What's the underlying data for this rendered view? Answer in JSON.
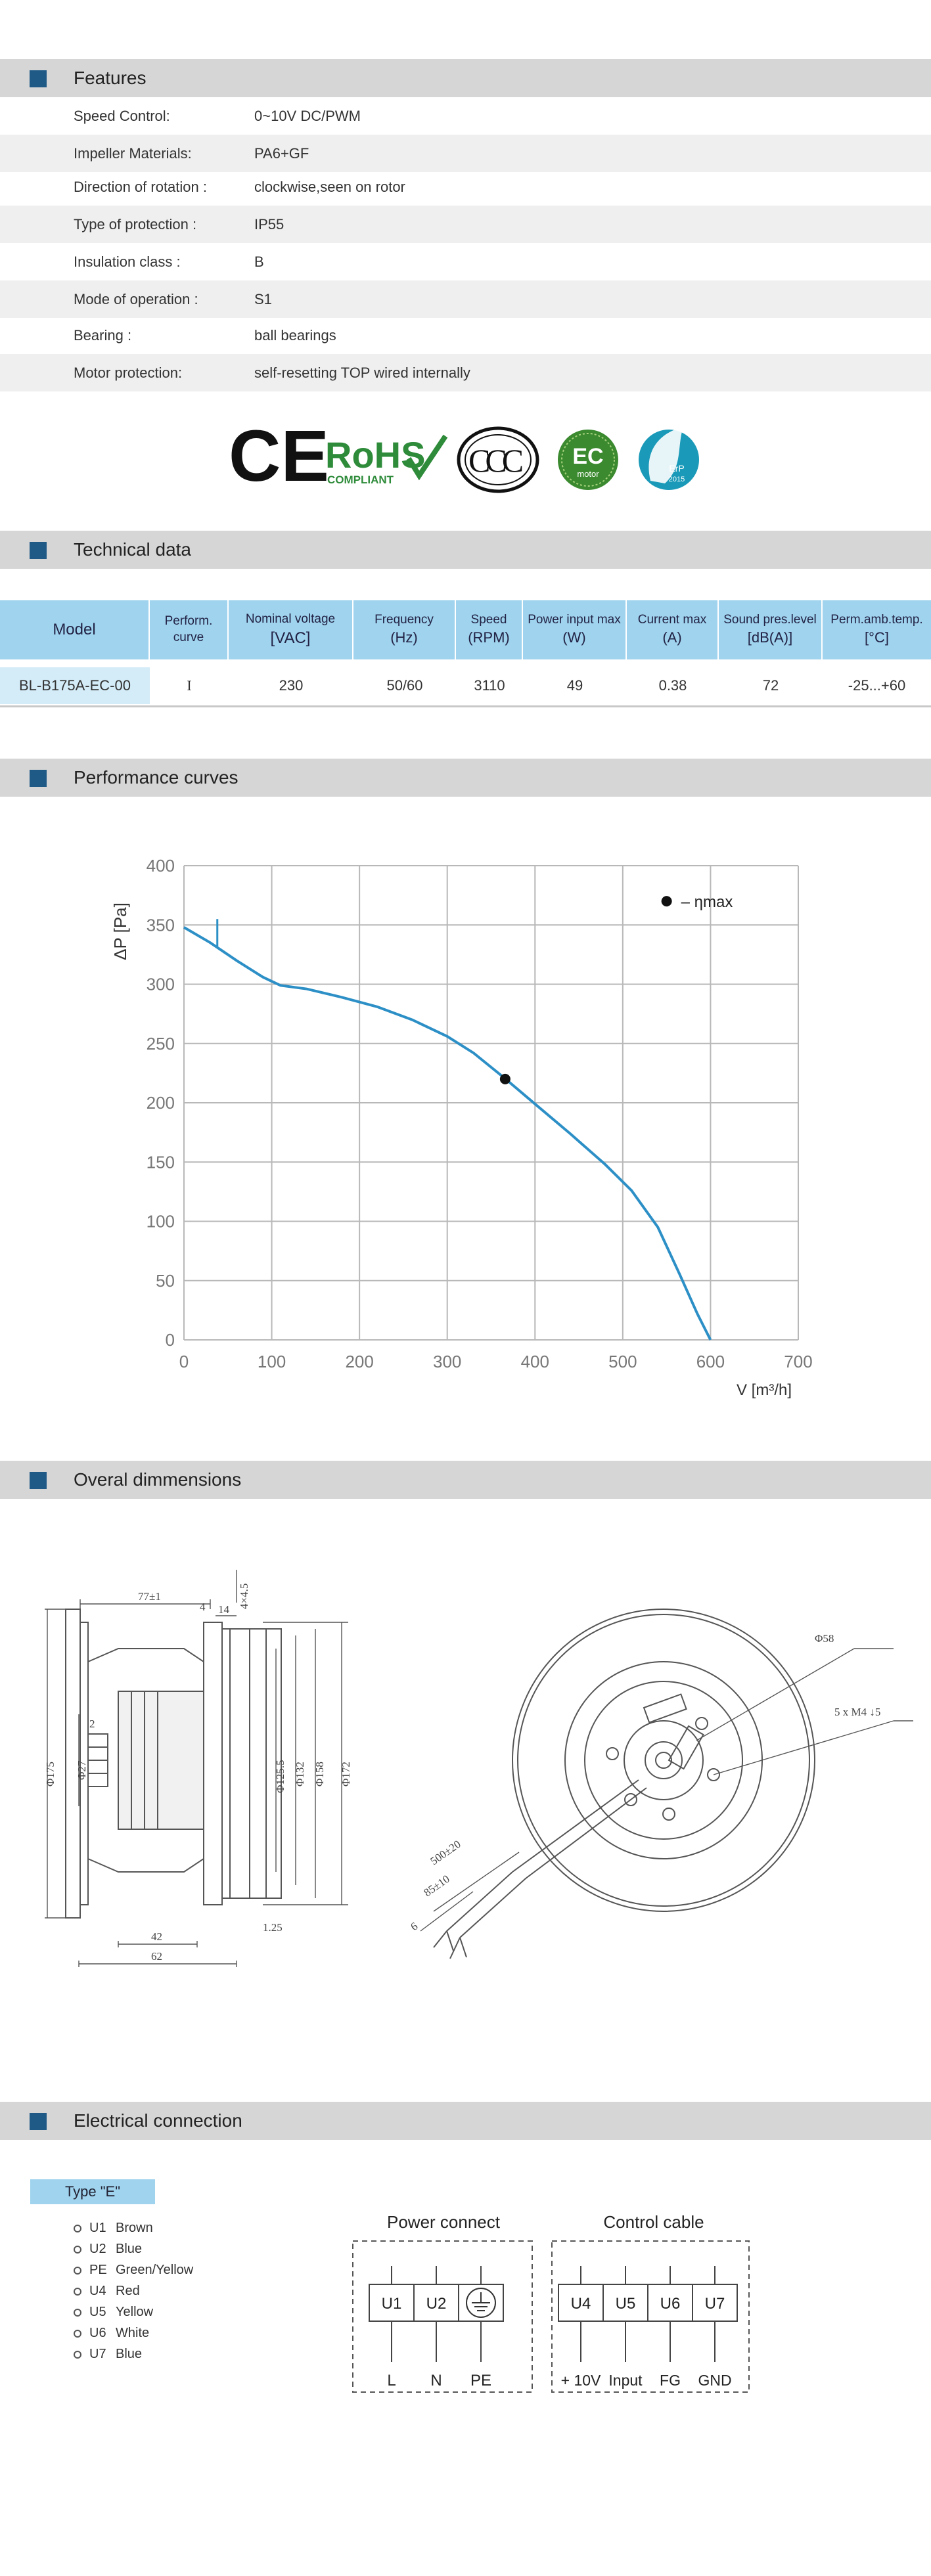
{
  "features": {
    "title": "Features",
    "rows": [
      {
        "label": "Speed Control:",
        "value": "0~10V DC/PWM"
      },
      {
        "label": "Impeller Materials:",
        "value": "PA6+GF"
      },
      {
        "label": "Direction  of  rotation  :",
        "value": "clockwise,seen on rotor"
      },
      {
        "label": "Type of protection :",
        "value": "IP55"
      },
      {
        "label": "Insulation  class :",
        "value": "B"
      },
      {
        "label": "Mode of operation :",
        "value": "S1"
      },
      {
        "label": "Bearing :",
        "value": "ball  bearings"
      },
      {
        "label": "Motor protection:",
        "value": "self-resetting TOP wired internally"
      }
    ]
  },
  "certifications": {
    "ce": "CE",
    "rohs": "RoHS",
    "rohs_sub": "COMPLIANT",
    "ccc": "CCC",
    "ec_top": "EC",
    "ec_bottom": "motor",
    "erp_top": "ErP",
    "erp_bottom": "2015",
    "colors": {
      "rohs": "#2e8b3a",
      "ec": "#3b8a2f",
      "erp": "#1a9ab8"
    }
  },
  "technical": {
    "title": "Technical data",
    "headers": [
      {
        "l1": "Model",
        "l2": ""
      },
      {
        "l1": "Perform.",
        "l2": "curve"
      },
      {
        "l1": "Nominal  voltage",
        "l2": "[VAC]"
      },
      {
        "l1": "Frequency",
        "l2": "(Hz)"
      },
      {
        "l1": "Speed",
        "l2": "(RPM)"
      },
      {
        "l1": "Power input max",
        "l2": "(W)"
      },
      {
        "l1": "Current  max",
        "l2": "(A)"
      },
      {
        "l1": "Sound pres.level",
        "l2": "[dB(A)]"
      },
      {
        "l1": "Perm.amb.temp.",
        "l2": "[°C]"
      }
    ],
    "row": [
      "BL-B175A-EC-00",
      "I",
      "230",
      "50/60",
      "3110",
      "49",
      "0.38",
      "72",
      "-25...+60"
    ]
  },
  "performance": {
    "title": "Performance curves"
  },
  "chart_data": {
    "type": "line",
    "xlabel": "V [m³/h]",
    "ylabel": "ΔP [Pa]",
    "xlim": [
      0,
      700
    ],
    "ylim": [
      0,
      400
    ],
    "x_ticks": [
      "0",
      "100",
      "200",
      "300",
      "400",
      "500",
      "600",
      "700"
    ],
    "y_ticks": [
      "0",
      "50",
      "100",
      "150",
      "200",
      "250",
      "300",
      "350",
      "400"
    ],
    "grid": true,
    "legend_position": "top-right",
    "legend": "ηmax",
    "curve_label": "I",
    "series": [
      {
        "x": [
          0,
          30,
          60,
          90,
          110,
          140,
          180,
          220,
          260,
          300,
          330,
          365,
          400,
          440,
          480,
          510,
          540,
          565,
          585,
          600
        ],
        "y": [
          348,
          335,
          320,
          306,
          299,
          296,
          289,
          281,
          270,
          256,
          242,
          221,
          199,
          174,
          148,
          126,
          95,
          55,
          22,
          0
        ],
        "color": "#2c8fc6"
      }
    ],
    "eta_max": {
      "x": 366,
      "y": 220
    }
  },
  "dimensions": {
    "title": "Overal dimmensions",
    "left": {
      "w77": "77±1",
      "w14": "14",
      "h4": "4×4.5",
      "w2": "2",
      "d175": "Φ175",
      "d27": "Φ27",
      "d125": "Φ125.5",
      "d132": "Φ132",
      "d158": "Φ158",
      "d172": "Φ172",
      "w42": "42",
      "w62": "62",
      "r125": "1.25",
      "h4b": "4"
    },
    "right": {
      "d58": "Φ58",
      "screw": "5 x M4  ↓5",
      "l500": "500±20",
      "l85": "85±10",
      "l6": "6"
    }
  },
  "electrical": {
    "title": "Electrical  connection",
    "type": "Type  \"E\"",
    "wires": [
      {
        "code": "U1",
        "color": "Brown"
      },
      {
        "code": "U2",
        "color": "Blue"
      },
      {
        "code": "PE",
        "color": "Green/Yellow"
      },
      {
        "code": "U4",
        "color": "Red"
      },
      {
        "code": "U5",
        "color": "Yellow"
      },
      {
        "code": "U6",
        "color": "White"
      },
      {
        "code": "U7",
        "color": "Blue"
      }
    ],
    "power": {
      "title": "Power connect",
      "terminals": [
        "U1",
        "U2"
      ],
      "labels": [
        "L",
        "N",
        "PE"
      ]
    },
    "control": {
      "title": "Control cable",
      "terminals": [
        "U4",
        "U5",
        "U6",
        "U7"
      ],
      "labels": [
        "+ 10V",
        "Input",
        "FG",
        "GND"
      ]
    }
  }
}
